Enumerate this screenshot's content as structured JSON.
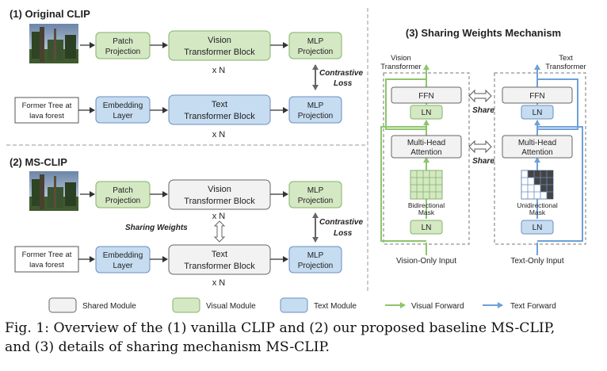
{
  "sections": {
    "original_clip": "(1) Original CLIP",
    "ms_clip": "(2) MS-CLIP",
    "sharing_mechanism": "(3) Sharing Weights Mechanism"
  },
  "blocks": {
    "patch_projection": [
      "Patch",
      "Projection"
    ],
    "vision_transformer_block": [
      "Vision",
      "Transformer Block"
    ],
    "text_transformer_block": [
      "Text",
      "Transformer Block"
    ],
    "embedding_layer": [
      "Embedding",
      "Layer"
    ],
    "mlp_projection": [
      "MLP",
      "Projection"
    ],
    "repeat_n": "x N",
    "contrastive_loss": [
      "Contrastive",
      "Loss"
    ],
    "sharing_weights": "Sharing Weights",
    "text_input": [
      "Former Tree at",
      "lava forest"
    ]
  },
  "mechanism": {
    "vision_transformer": [
      "Vision",
      "Transformer"
    ],
    "text_transformer": [
      "Text",
      "Transformer"
    ],
    "ffn": "FFN",
    "ln": "LN",
    "multi_head_attention": [
      "Multi-Head",
      "Attention"
    ],
    "bidirectional_mask": [
      "Bidirectional",
      "Mask"
    ],
    "unidirectional_mask": [
      "Unidirectional",
      "Mask"
    ],
    "share": "Share",
    "vision_only_input": "Vision-Only Input",
    "text_only_input": "Text-Only Input"
  },
  "legend": {
    "shared_module": "Shared Module",
    "visual_module": "Visual Module",
    "text_module": "Text Module",
    "visual_forward": "Visual Forward",
    "text_forward": "Text Forward"
  },
  "colors": {
    "visual_fill": "#d5e8c4",
    "visual_stroke": "#82b366",
    "text_fill": "#c6dcf1",
    "text_stroke": "#6c8ebf",
    "shared_fill": "#f2f2f2",
    "shared_stroke": "#666666",
    "visual_arrow": "#8cc66a",
    "text_arrow": "#6fa0d8"
  },
  "caption": {
    "line1": "Fig. 1: Overview of the (1) vanilla CLIP and (2) our proposed baseline MS-CLIP,",
    "line2": "and (3) details of sharing mechanism MS-CLIP."
  }
}
